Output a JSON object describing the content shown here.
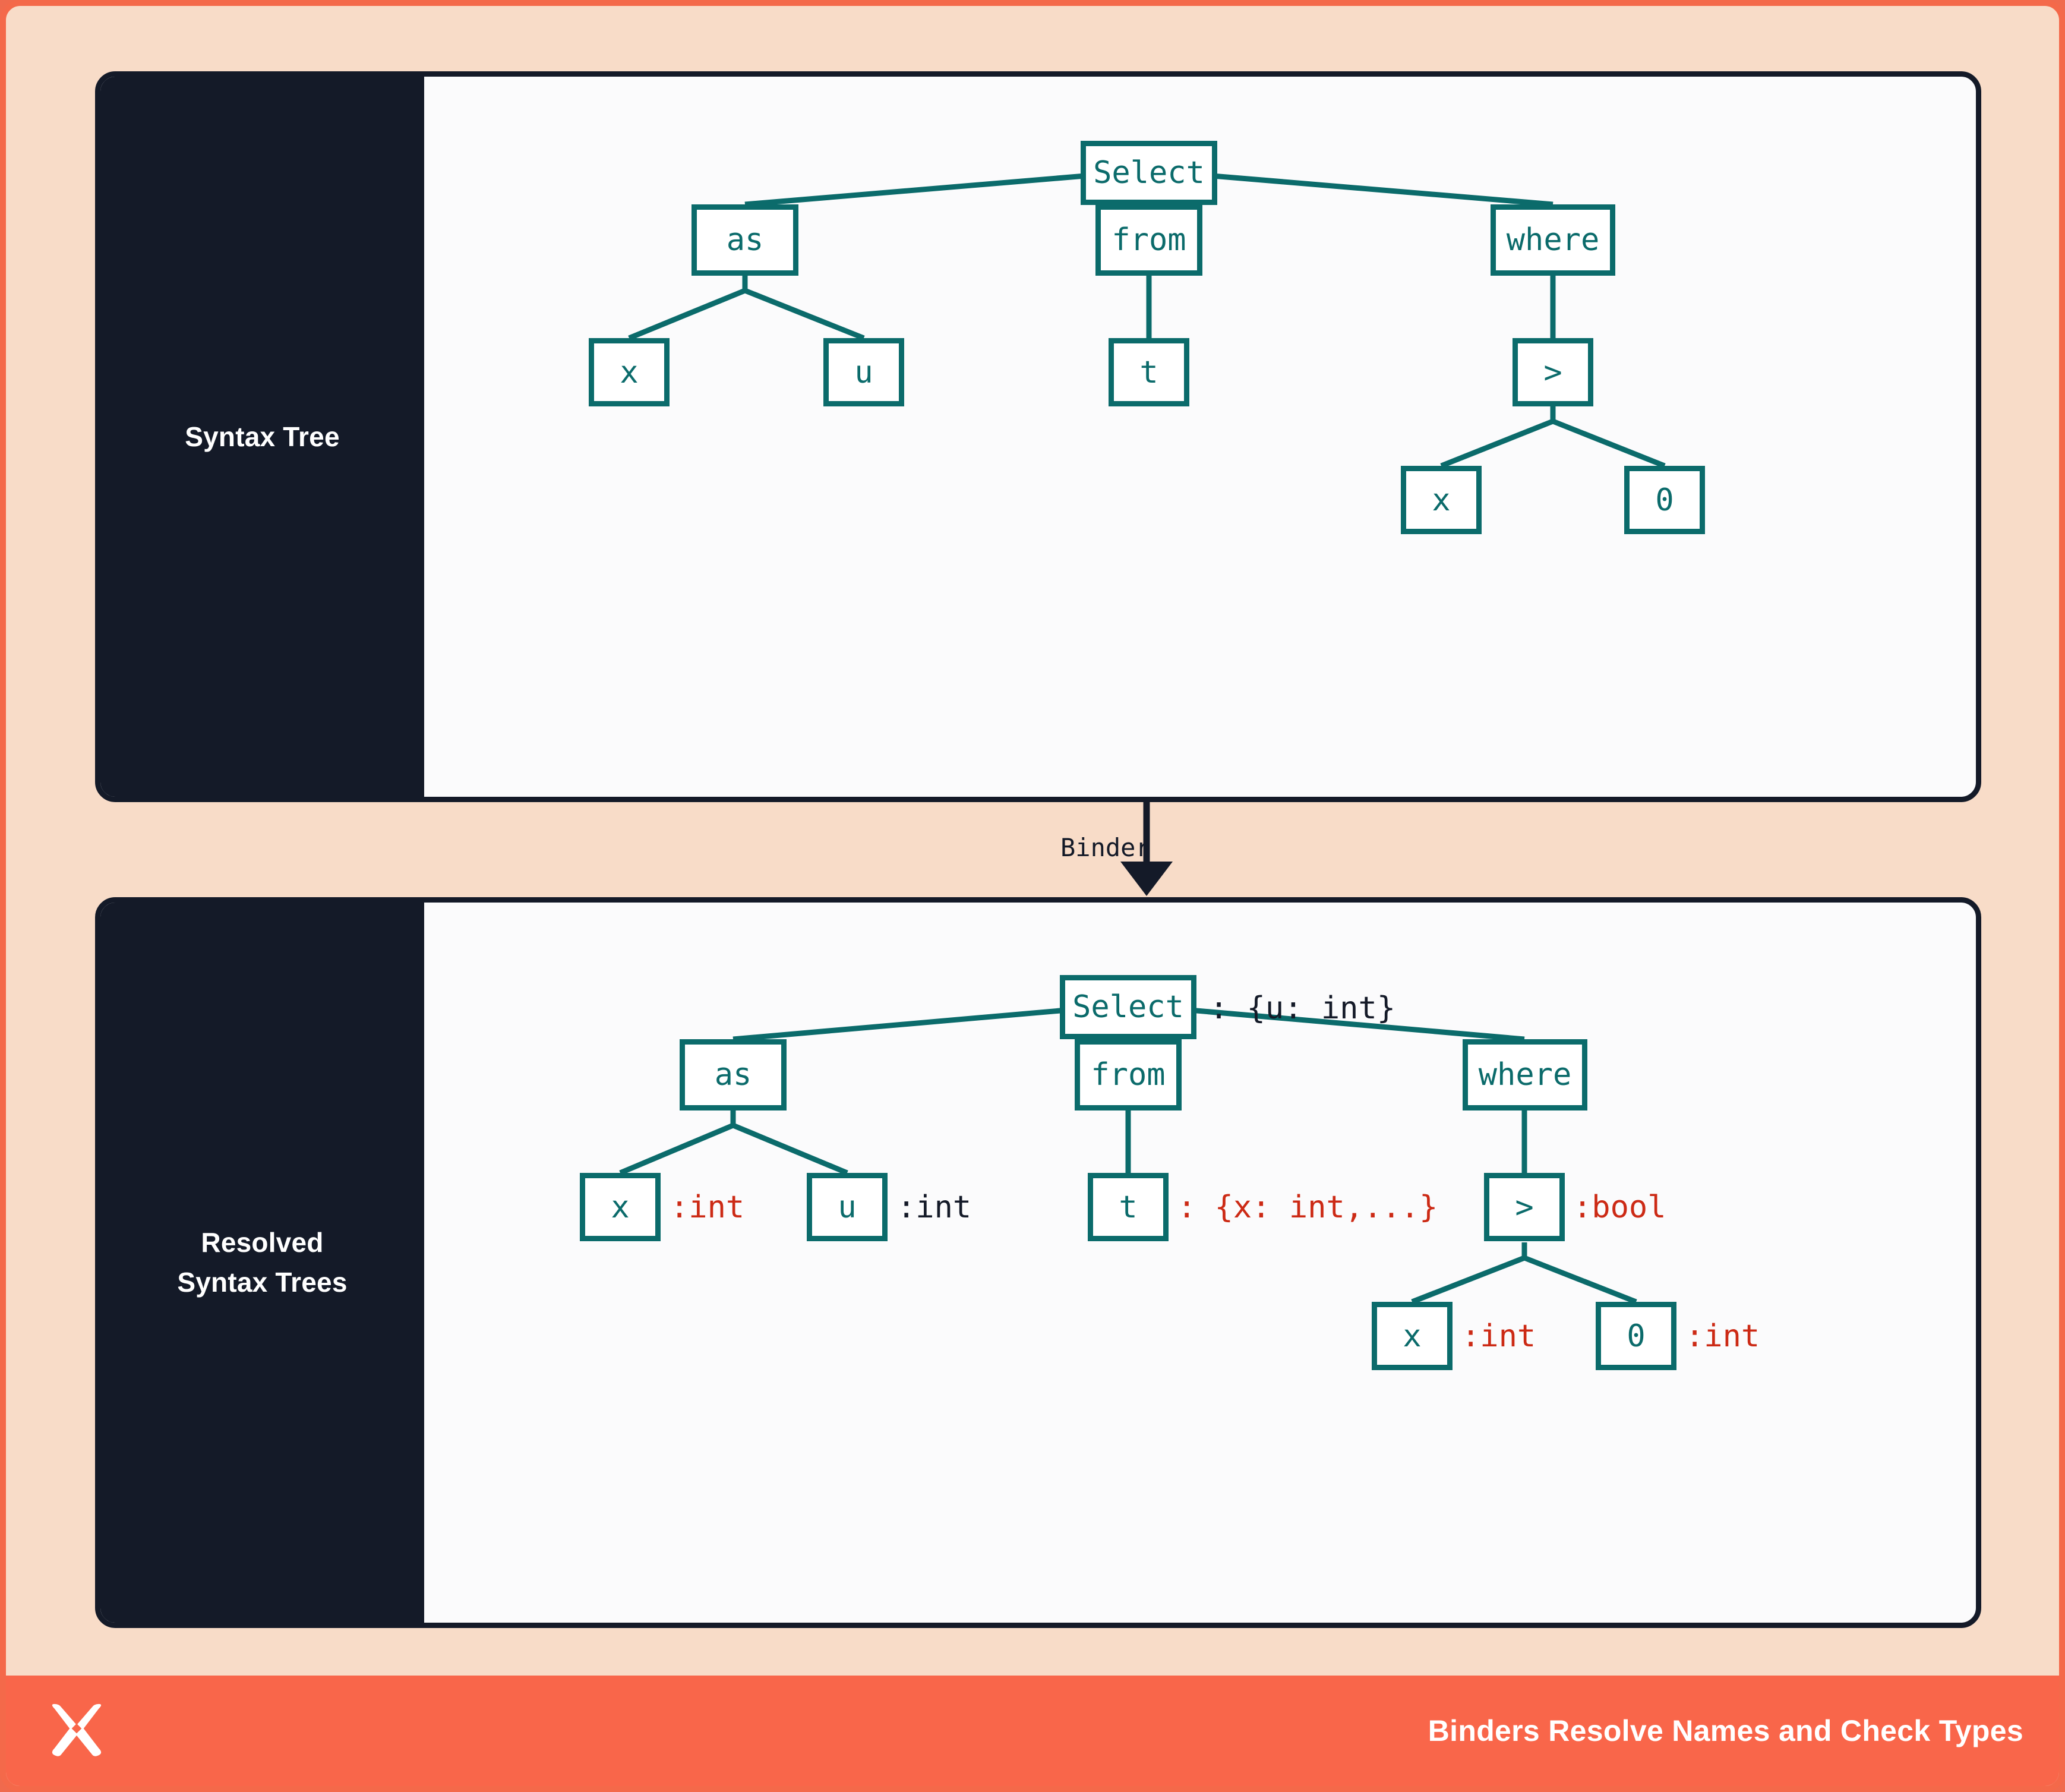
{
  "colors": {
    "frame_border": "#F4694A",
    "frame_bg": "#F8DCC8",
    "card_border": "#141A28",
    "card_bg": "#FBFBFC",
    "sidebar_bg": "#141A28",
    "node_stroke": "#0B6B6B",
    "annotation_error": "#CC2A15",
    "annotation_ok": "#141A28",
    "footer_bg": "#F9664A"
  },
  "panels": [
    {
      "id": "syntax-tree",
      "sidebar_label": "Syntax Tree",
      "tree": {
        "type": "tree",
        "nodes": [
          {
            "id": "select",
            "label": "Select",
            "annotation": null
          },
          {
            "id": "as",
            "label": "as",
            "annotation": null
          },
          {
            "id": "from",
            "label": "from",
            "annotation": null
          },
          {
            "id": "where",
            "label": "where",
            "annotation": null
          },
          {
            "id": "as-x",
            "label": "x",
            "annotation": null
          },
          {
            "id": "as-u",
            "label": "u",
            "annotation": null
          },
          {
            "id": "from-t",
            "label": "t",
            "annotation": null
          },
          {
            "id": "gt",
            "label": ">",
            "annotation": null
          },
          {
            "id": "gt-x",
            "label": "x",
            "annotation": null
          },
          {
            "id": "gt-0",
            "label": "0",
            "annotation": null
          }
        ],
        "edges": [
          [
            "select",
            "as"
          ],
          [
            "select",
            "from"
          ],
          [
            "select",
            "where"
          ],
          [
            "as",
            "as-x"
          ],
          [
            "as",
            "as-u"
          ],
          [
            "from",
            "from-t"
          ],
          [
            "where",
            "gt"
          ],
          [
            "gt",
            "gt-x"
          ],
          [
            "gt",
            "gt-0"
          ]
        ]
      }
    },
    {
      "id": "resolved-syntax-trees",
      "sidebar_label_line1": "Resolved",
      "sidebar_label_line2": "Syntax Trees",
      "tree": {
        "type": "tree",
        "nodes": [
          {
            "id": "select",
            "label": "Select",
            "annotation": ": {u: int}",
            "annotation_kind": "ok"
          },
          {
            "id": "as",
            "label": "as",
            "annotation": null
          },
          {
            "id": "from",
            "label": "from",
            "annotation": null
          },
          {
            "id": "where",
            "label": "where",
            "annotation": null
          },
          {
            "id": "as-x",
            "label": "x",
            "annotation": ":int",
            "annotation_kind": "error"
          },
          {
            "id": "as-u",
            "label": "u",
            "annotation": ":int",
            "annotation_kind": "ok"
          },
          {
            "id": "from-t",
            "label": "t",
            "annotation": ": {x: int,...}",
            "annotation_kind": "error"
          },
          {
            "id": "gt",
            "label": ">",
            "annotation": ":bool",
            "annotation_kind": "error"
          },
          {
            "id": "gt-x",
            "label": "x",
            "annotation": ":int",
            "annotation_kind": "error"
          },
          {
            "id": "gt-0",
            "label": "0",
            "annotation": ":int",
            "annotation_kind": "error"
          }
        ],
        "edges": [
          [
            "select",
            "as"
          ],
          [
            "select",
            "from"
          ],
          [
            "select",
            "where"
          ],
          [
            "as",
            "as-x"
          ],
          [
            "as",
            "as-u"
          ],
          [
            "from",
            "from-t"
          ],
          [
            "where",
            "gt"
          ],
          [
            "gt",
            "gt-x"
          ],
          [
            "gt",
            "gt-0"
          ]
        ]
      }
    }
  ],
  "binder": {
    "label": "Binder",
    "arrow_direction": "down"
  },
  "footer": {
    "logo_name": "x-mark-logo",
    "caption": "Binders Resolve Names and Check Types"
  }
}
